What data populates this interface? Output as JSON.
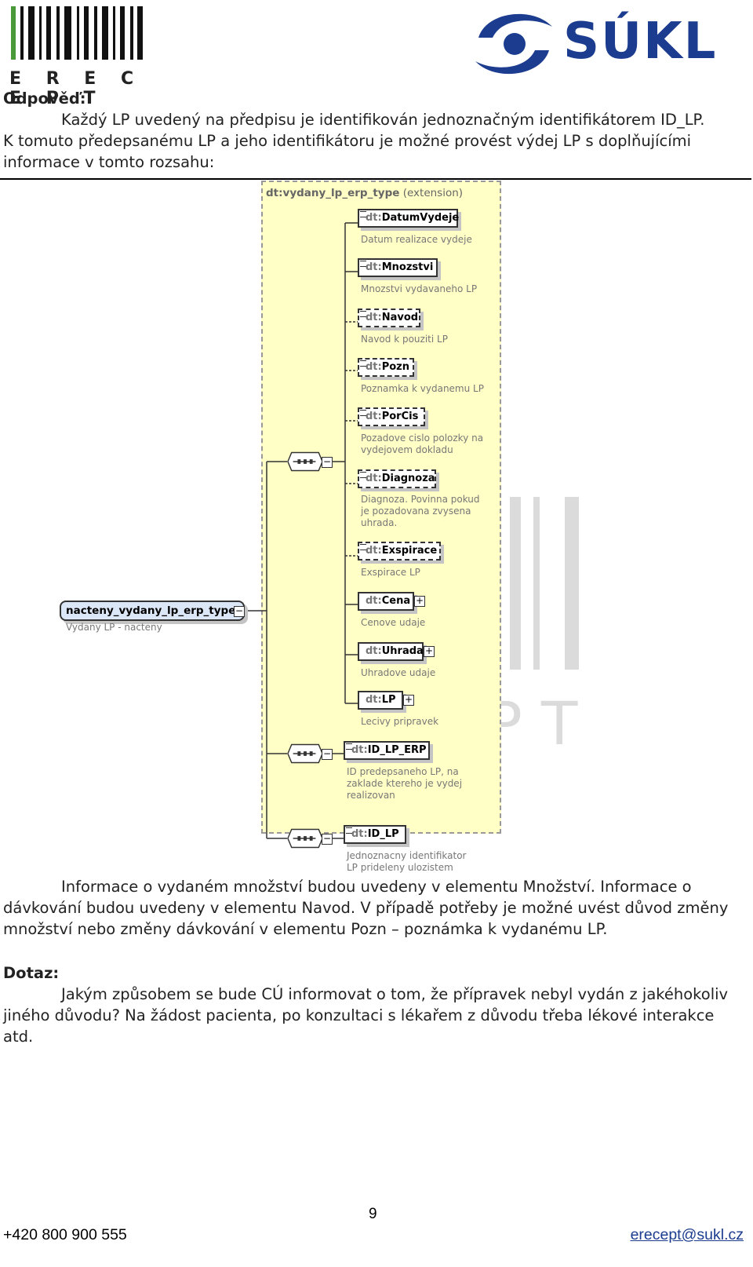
{
  "header": {
    "left_logo_text": "E R E C E P T",
    "right_logo_text": "SÚKL"
  },
  "answer": {
    "heading": "Odpověď:",
    "line1": "Každý LP uvedený na předpisu je identifikován jednoznačným identifikátorem ID_LP.",
    "line2": "K tomuto předepsanému LP a jeho identifikátoru je možné provést výdej LP s doplňujícími informace v tomto rozsahu:"
  },
  "diagram": {
    "ext_title_name": "dt:vydany_lp_erp_type",
    "ext_title_suffix": "(extension)",
    "root_label": "nacteny_vydany_lp_erp_type",
    "root_desc": "Vydany LP - nacteny",
    "elements": [
      {
        "prefix": "dt:",
        "name": "DatumVydeje",
        "desc": "Datum realizace vydeje"
      },
      {
        "prefix": "dt:",
        "name": "Mnozstvi",
        "desc": "Mnozstvi vydavaneho LP"
      },
      {
        "prefix": "dt:",
        "name": "Navod",
        "desc": "Navod k pouziti LP"
      },
      {
        "prefix": "dt:",
        "name": "Pozn",
        "desc": "Poznamka k vydanemu LP"
      },
      {
        "prefix": "dt:",
        "name": "PorCis",
        "desc": "Pozadove cislo polozky na vydejovem dokladu"
      },
      {
        "prefix": "dt:",
        "name": "Diagnoza",
        "desc": "Diagnoza. Povinna pokud je pozadovana zvysena uhrada."
      },
      {
        "prefix": "dt:",
        "name": "Exspirace",
        "desc": "Exspirace LP"
      },
      {
        "prefix": "dt:",
        "name": "Cena",
        "desc": "Cenove udaje"
      },
      {
        "prefix": "dt:",
        "name": "Uhrada",
        "desc": "Uhradove udaje"
      },
      {
        "prefix": "dt:",
        "name": "LP",
        "desc": "Lecivy pripravek"
      },
      {
        "prefix": "dt:",
        "name": "ID_LP_ERP",
        "desc": "ID predepsaneho LP, na zaklade ktereho je vydej realizovan"
      },
      {
        "prefix": "dt:",
        "name": "ID_LP",
        "desc": "Jednoznacny identifikator LP prideleny ulozistem"
      }
    ]
  },
  "info": {
    "text": "Informace o vydaném množství budou uvedeny v elementu Množství. Informace o dávkování budou uvedeny v elementu Navod. V případě potřeby je možné uvést důvod změny množství nebo změny dávkování v elementu Pozn – poznámka k vydanému LP."
  },
  "question": {
    "heading": "Dotaz:",
    "text": "Jakým způsobem se bude CÚ informovat o tom, že přípravek nebyl vydán z jakéhokoliv jiného důvodu? Na žádost pacienta, po konzultaci s lékařem z důvodu třeba lékové interakce atd."
  },
  "footer": {
    "page_number": "9",
    "phone": "+420 800 900 555",
    "email": "erecept@sukl.cz"
  },
  "colors": {
    "extension_bg": "#ffffc6",
    "root_bg": "#dbe6f6",
    "sukl_blue": "#1c3d8f"
  }
}
